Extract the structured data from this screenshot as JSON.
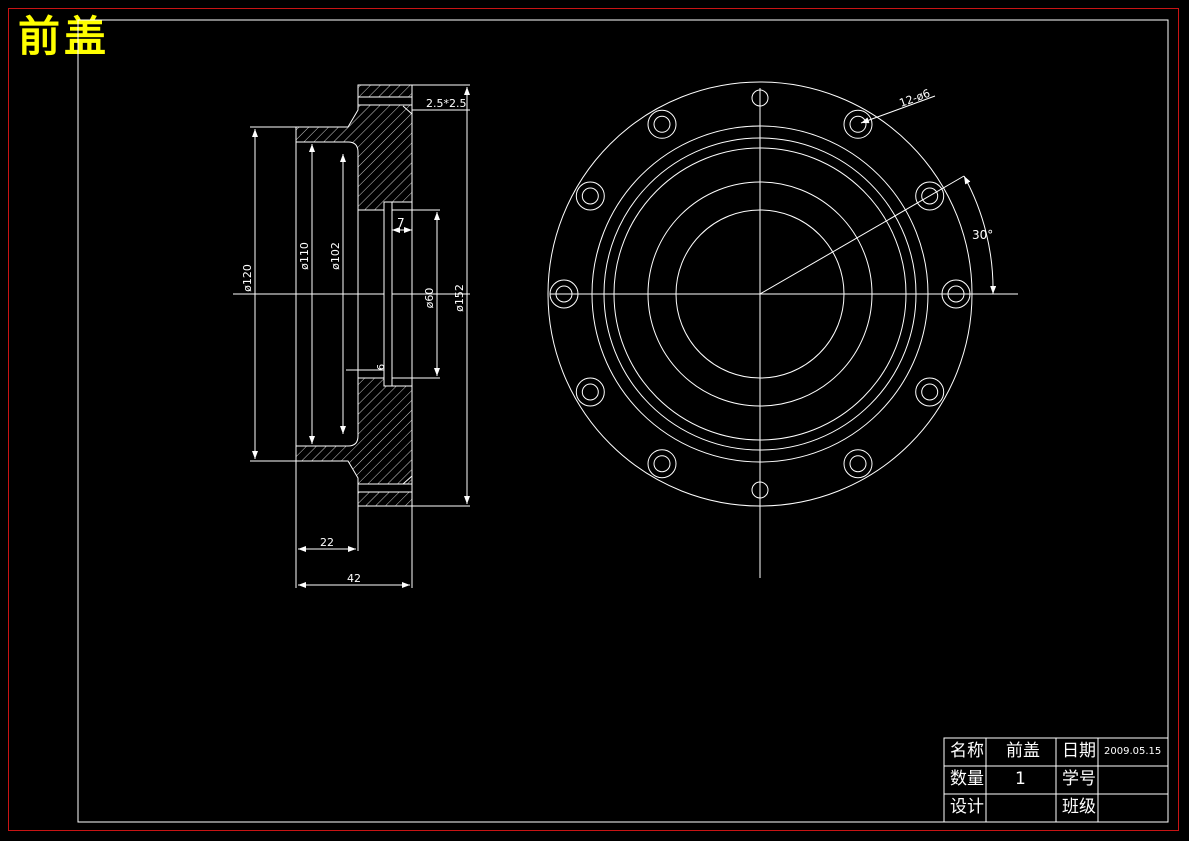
{
  "title": "前盖",
  "colors": {
    "background": "#000000",
    "lines": "#ffffff",
    "title": "#ffff00",
    "outer_frame": "#c81414"
  },
  "dimensions": {
    "chamfer": "2.5*2.5",
    "d120": "ø120",
    "d110": "ø110",
    "d102": "ø102",
    "d60": "ø60",
    "d152": "ø152",
    "slot_w": "7",
    "small": "6",
    "len22": "22",
    "len42": "42",
    "holes": "12-ø6",
    "angle": "30°"
  },
  "title_block": {
    "name_label": "名称",
    "name_value": "前盖",
    "date_label": "日期",
    "date_value": "2009.05.15",
    "qty_label": "数量",
    "qty_value": "1",
    "student_no_label": "学号",
    "designer_label": "设计",
    "class_label": "班级"
  }
}
